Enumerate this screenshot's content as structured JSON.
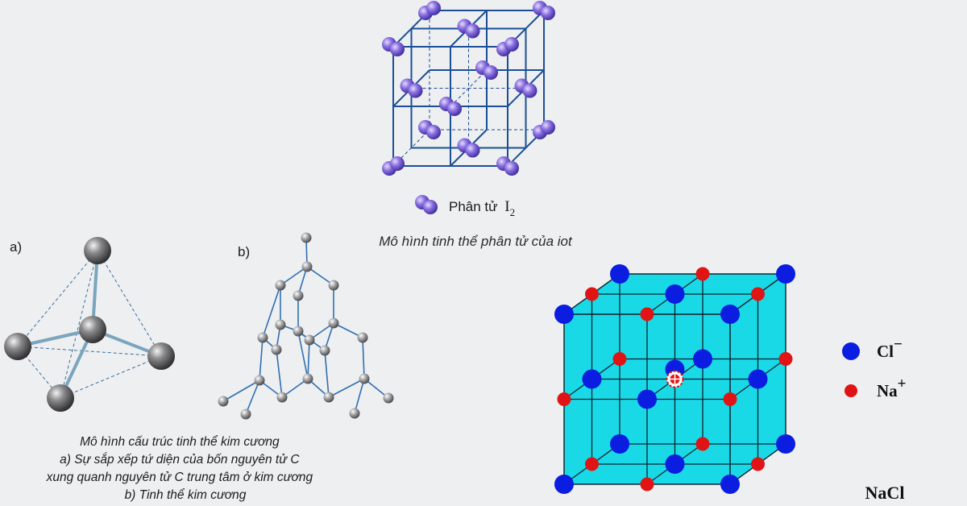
{
  "iodine": {
    "legend_label": "Phân tử",
    "legend_formula": "I",
    "legend_subscript": "2",
    "caption": "Mô hình tinh thể phân tử của iot",
    "molecule_color": "#8a6fe0"
  },
  "diamond": {
    "label_a": "a)",
    "label_b": "b)",
    "caption_lines": [
      "Mô hình cấu trúc tinh thể kim cương",
      "a) Sự sắp xếp tứ diện của bốn nguyên tử C",
      "xung quanh nguyên tử C trung tâm ở kim cương",
      "b) Tinh thể kim cương"
    ],
    "atom_color": "#6e6e70",
    "bond_color": "#7aa5bd"
  },
  "nacl": {
    "legend": [
      {
        "symbol": "Cl",
        "charge": "−",
        "color": "#0a1de0"
      },
      {
        "symbol": "Na",
        "charge": "+",
        "color": "#e01414"
      }
    ],
    "title": "NaCl",
    "face_color": "#1ad9e6"
  }
}
